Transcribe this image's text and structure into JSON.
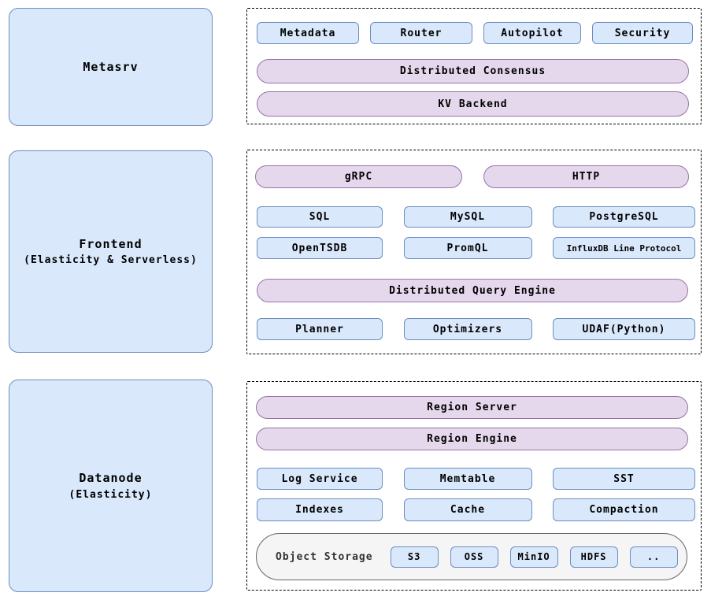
{
  "palette": {
    "blue_fill": "#dae8fc",
    "blue_stroke": "#6c8ebf",
    "purple_fill": "#e6d8ec",
    "purple_stroke": "#9673a6",
    "gray_fill": "#f5f5f5",
    "gray_stroke": "#666666"
  },
  "nodes": {
    "metasrv": {
      "title": "Metasrv"
    },
    "frontend": {
      "title": "Frontend",
      "subtitle": "(Elasticity & Serverless)"
    },
    "datanode": {
      "title": "Datanode",
      "subtitle": "(Elasticity)"
    }
  },
  "metasrv_group": {
    "components": [
      "Metadata",
      "Router",
      "Autopilot",
      "Security"
    ],
    "pills": [
      "Distributed Consensus",
      "KV Backend"
    ]
  },
  "frontend_group": {
    "protocol_pills": [
      "gRPC",
      "HTTP"
    ],
    "protocols": [
      [
        "SQL",
        "MySQL",
        "PostgreSQL"
      ],
      [
        "OpenTSDB",
        "PromQL",
        "InfluxDB Line Protocol"
      ]
    ],
    "engine_pill": "Distributed Query Engine",
    "engine_components": [
      "Planner",
      "Optimizers",
      "UDAF(Python)"
    ]
  },
  "datanode_group": {
    "pills": [
      "Region Server",
      "Region Engine"
    ],
    "components": [
      [
        "Log Service",
        "Memtable",
        "SST"
      ],
      [
        "Indexes",
        "Cache",
        "Compaction"
      ]
    ],
    "object_storage": {
      "label": "Object Storage",
      "backends": [
        "S3",
        "OSS",
        "MinIO",
        "HDFS",
        ".."
      ]
    }
  }
}
